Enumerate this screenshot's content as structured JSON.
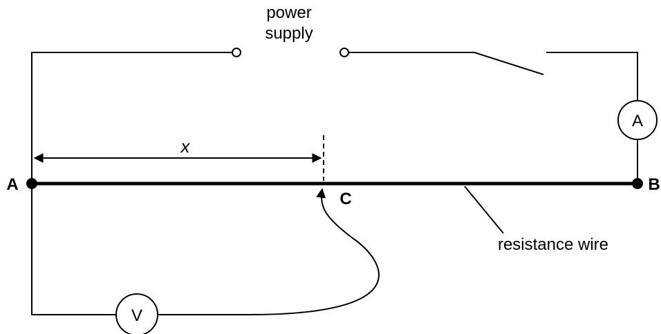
{
  "labels": {
    "power_supply_line1": "power",
    "power_supply_line2": "supply",
    "length_symbol": "x",
    "point_a": "A",
    "point_b": "B",
    "point_c": "C",
    "resistance_wire": "resistance wire",
    "ammeter": "A",
    "voltmeter": "V"
  },
  "colors": {
    "line": "#000000",
    "background": "#ffffff"
  }
}
